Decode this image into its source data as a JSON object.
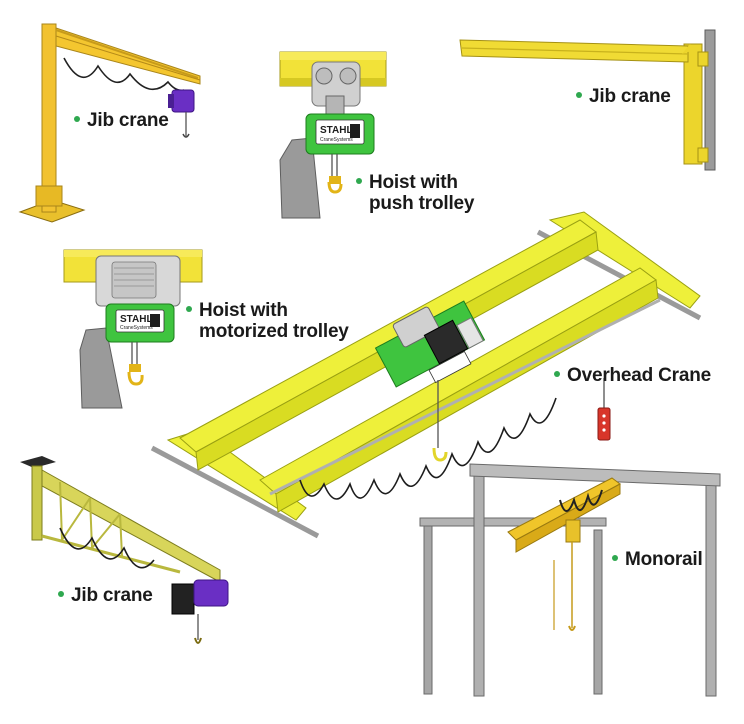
{
  "labels": {
    "jib_crane_top": "Jib crane",
    "hoist_push_line1": "Hoist with",
    "hoist_push_line2": "push trolley",
    "jib_crane_wall": "Jib crane",
    "hoist_motor_line1": "Hoist with",
    "hoist_motor_line2": "motorized trolley",
    "overhead_crane": "Overhead Crane",
    "jib_crane_bottom": "Jib crane",
    "monorail": "Monorail"
  },
  "hoist_brand": {
    "name": "STAHL",
    "sub": "CraneSystems"
  },
  "colors": {
    "crane_yellow": "#f2c230",
    "beam_yellow": "#eef03a",
    "hoist_purple": "#6a2fc4",
    "hoist_green": "#3fc43f",
    "steel_gray": "#a6a6a6",
    "bullet_green": "#2fa84f",
    "pendant_red": "#d8352a"
  }
}
